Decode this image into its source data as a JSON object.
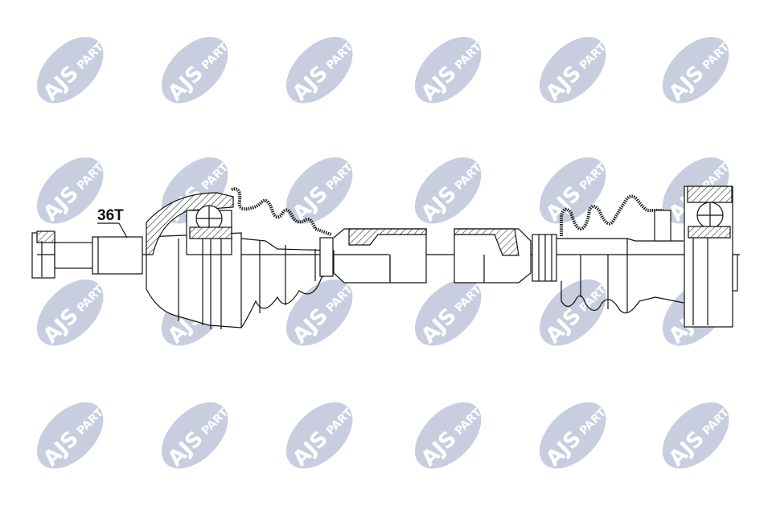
{
  "watermark": {
    "brand": "AJS",
    "word": "PARTS",
    "color": "#c8cee0"
  },
  "diagram": {
    "spline_label": "36T",
    "line_color": "#111111"
  }
}
